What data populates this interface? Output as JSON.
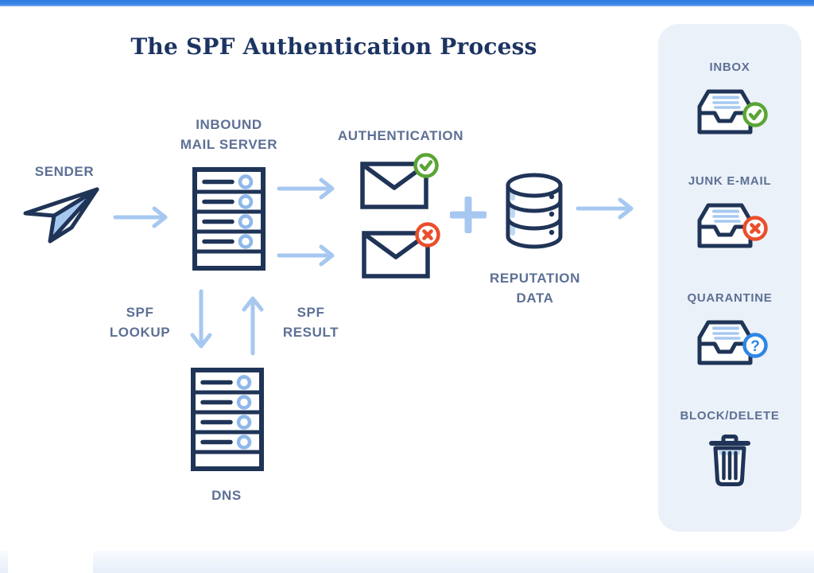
{
  "page": {
    "title": "The SPF Authentication Process"
  },
  "flow": {
    "sender": {
      "label": "SENDER",
      "icon": "paper-plane-icon"
    },
    "inbound_server": {
      "label": "INBOUND\nMAIL SERVER",
      "icon": "server-icon"
    },
    "authentication": {
      "label": "AUTHENTICATION",
      "pass_icon": "envelope-check-icon",
      "fail_icon": "envelope-x-icon"
    },
    "reputation": {
      "label": "REPUTATION\nDATA",
      "icon": "database-icon"
    },
    "spf_lookup": {
      "label": "SPF\nLOOKUP"
    },
    "spf_result": {
      "label": "SPF\nRESULT"
    },
    "dns": {
      "label": "DNS",
      "icon": "server-icon"
    }
  },
  "panel": {
    "items": [
      {
        "label": "INBOX",
        "icon": "inbox-tray-check-icon"
      },
      {
        "label": "JUNK E-MAIL",
        "icon": "inbox-tray-x-icon"
      },
      {
        "label": "QUARANTINE",
        "icon": "inbox-tray-question-icon",
        "badge_glyph": "?"
      },
      {
        "label": "BLOCK/DELETE",
        "icon": "trash-icon"
      }
    ]
  },
  "colors": {
    "accent_bar": "#3380e4",
    "outline_navy": "#1f3457",
    "label_slate": "#5d7095",
    "arrow_blue": "#a6c8f0",
    "panel_bg": "#ebf1f9",
    "success_green": "#5aa534",
    "error_red": "#e94e2b",
    "info_blue": "#2e86e5"
  }
}
